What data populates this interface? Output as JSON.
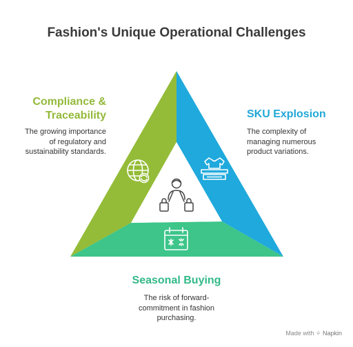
{
  "title": "Fashion's Unique Operational Challenges",
  "sections": {
    "compliance": {
      "heading_line1": "Compliance &",
      "heading_line2": "Traceability",
      "desc_line1": "The growing importance",
      "desc_line2": "of regulatory and",
      "desc_line3": "sustainability standards.",
      "icon": "globe-refresh-icon",
      "color": "#93b93a"
    },
    "sku": {
      "heading": "SKU Explosion",
      "desc_line1": "The complexity of",
      "desc_line2": "managing numerous",
      "desc_line3": "product variations.",
      "icon": "clothing-stack-icon",
      "color": "#21a8d8"
    },
    "seasonal": {
      "heading": "Seasonal Buying",
      "desc_line1": "The risk of forward-",
      "desc_line2": "commitment in fashion",
      "desc_line3": "purchasing.",
      "icon": "calendar-icon",
      "color": "#3dc58a"
    },
    "center_icon": "shopper-with-bags-icon"
  },
  "credit": {
    "prefix": "Made with",
    "brand": "Napkin"
  }
}
